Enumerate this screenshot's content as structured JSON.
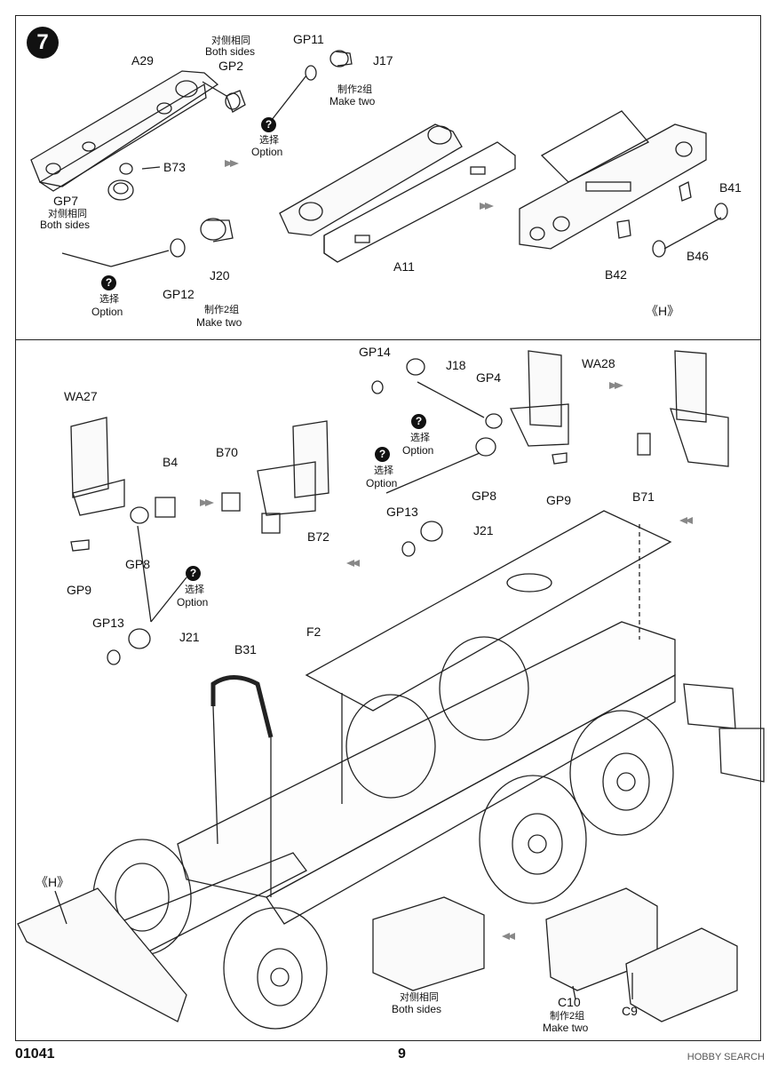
{
  "step": {
    "number": "7"
  },
  "top_panel": {
    "labels": {
      "a29": "A29",
      "both_sides_cn_1": "对侧相同",
      "both_sides_en_1": "Both sides",
      "gp2": "GP2",
      "gp11": "GP11",
      "j17": "J17",
      "make_two_cn_1": "制作2组",
      "make_two_en_1": "Make two",
      "option_cn_1": "选择",
      "option_en_1": "Option",
      "b73": "B73",
      "gp7": "GP7",
      "both_sides_cn_2": "对侧相同",
      "both_sides_en_2": "Both sides",
      "option_cn_2": "选择",
      "option_en_2": "Option",
      "gp12": "GP12",
      "j20": "J20",
      "make_two_cn_2": "制作2组",
      "make_two_en_2": "Make two",
      "a11": "A11",
      "b41": "B41",
      "b42": "B42",
      "b46": "B46",
      "h_ref": "《H》"
    }
  },
  "bottom_panel": {
    "labels": {
      "gp14": "GP14",
      "j18": "J18",
      "gp4": "GP4",
      "wa28": "WA28",
      "option_cn_3": "选择",
      "option_en_3": "Option",
      "option_cn_4": "选择",
      "option_en_4": "Option",
      "gp8_right": "GP8",
      "gp9_right": "GP9",
      "b71": "B71",
      "gp13_right": "GP13",
      "j21_right": "J21",
      "wa27": "WA27",
      "b4": "B4",
      "b70": "B70",
      "b72": "B72",
      "gp8_left": "GP8",
      "gp9_left": "GP9",
      "option_cn_5": "选择",
      "option_en_5": "Option",
      "gp13_left": "GP13",
      "j21_left": "J21",
      "f2": "F2",
      "b31": "B31",
      "h_ref": "《H》",
      "both_sides_cn_3": "对侧相同",
      "both_sides_en_3": "Both sides",
      "c10": "C10",
      "make_two_cn_3": "制作2组",
      "make_two_en_3": "Make two",
      "c9": "C9"
    }
  },
  "footer": {
    "code": "01041",
    "page": "9",
    "watermark": "HOBBY SEARCH"
  },
  "icons": {
    "option": "question-mark-icon",
    "arrow": "direction-arrow-icon"
  }
}
